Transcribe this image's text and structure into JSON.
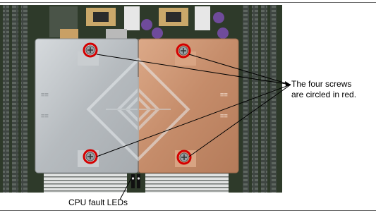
{
  "figure": {
    "callouts": {
      "screws_line1": "The four screws",
      "screws_line2": "are circled in red.",
      "leds": "CPU fault LEDs"
    },
    "colors": {
      "screw_circle": "#d40000",
      "board": "#2e3a2a",
      "heatsink_left": "#b9bec2",
      "heatsink_right": "#c89272",
      "callout_line": "#000000"
    }
  }
}
